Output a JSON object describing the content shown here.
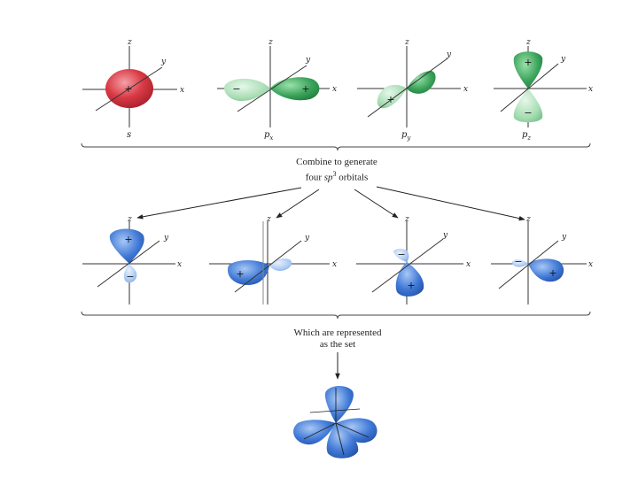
{
  "colors": {
    "s_orbital": "#d93a45",
    "p_orbital": "#3aa35a",
    "p_orbital_light": "#a6dcb2",
    "sp3_orbital": "#3f78d6",
    "sp3_orbital_light": "#a9c8f2",
    "axis": "#333333"
  },
  "axes": {
    "x": "x",
    "y": "y",
    "z": "z"
  },
  "signs": {
    "plus": "+",
    "minus": "−"
  },
  "top_row": {
    "labels": [
      {
        "main": "s",
        "sub": ""
      },
      {
        "main": "p",
        "sub": "x"
      },
      {
        "main": "p",
        "sub": "y"
      },
      {
        "main": "p",
        "sub": "z"
      }
    ]
  },
  "caption1": {
    "line1": "Combine to generate",
    "line2_pre": "four ",
    "line2_sp": "sp",
    "line2_sup": "3",
    "line2_post": " orbitals"
  },
  "caption2": {
    "line1": "Which are represented",
    "line2": "as the set"
  }
}
